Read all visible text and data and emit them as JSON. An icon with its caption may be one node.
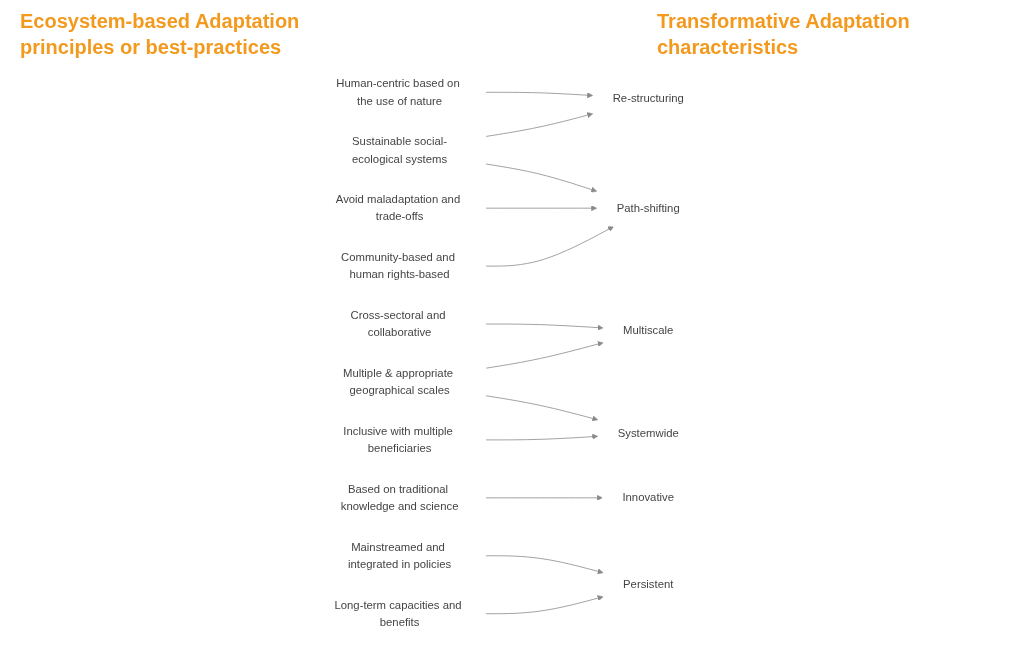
{
  "diagram": {
    "nodes": [
      {
        "text": [
          "Human-centric based on the use of nature"
        ]
      },
      {
        "text": [
          "Sustainable social-ecological systems"
        ]
      },
      {
        "text": [
          "Avoid maladaptation and trade-offs"
        ]
      },
      {
        "text": [
          "Community-based and human rights-based"
        ]
      },
      {
        "text": [
          "Cross-sectoral and collaborative"
        ]
      },
      {
        "text": [
          "Multiple & appropriate geographical scales"
        ]
      },
      {
        "text": [
          "Inclusive with multiple beneficiaries"
        ]
      },
      {
        "text": [
          "Based on traditional knowledge and science"
        ]
      },
      {
        "text": [
          "Mainstreamed and integrated in policies"
        ]
      },
      {
        "text": [
          "Long-term capacities and benefits"
        ]
      },
      {
        "text": [
          "Re-structuring"
        ]
      },
      {
        "text": [
          "Path-shifting"
        ]
      },
      {
        "text": [
          "Multiscale"
        ]
      },
      {
        "text": [
          "Systemwide"
        ]
      },
      {
        "text": [
          "Innovative"
        ]
      },
      {
        "text": [
          "Persistent"
        ]
      }
    ],
    "edges": [
      {
        "from": 0,
        "to": 10,
        "arrow": "to"
      },
      {
        "from": 1,
        "to": 10,
        "arrow": "to"
      },
      {
        "from": 1,
        "to": 11,
        "arrow": "to"
      },
      {
        "from": 2,
        "to": 11,
        "arrow": "to"
      },
      {
        "from": 3,
        "to": 11,
        "arrow": "to"
      },
      {
        "from": 4,
        "to": 12,
        "arrow": "to"
      },
      {
        "from": 5,
        "to": 12,
        "arrow": "to"
      },
      {
        "from": 5,
        "to": 13,
        "arrow": "to"
      },
      {
        "from": 6,
        "to": 13,
        "arrow": "to"
      },
      {
        "from": 7,
        "to": 14,
        "arrow": "to"
      },
      {
        "from": 8,
        "to": 15,
        "arrow": "to"
      },
      {
        "from": 9,
        "to": 15,
        "arrow": "to"
      }
    ],
    "labels": [
      "Ecosystem-based Adaptation principles or best-practices",
      "Transformative Adaptation characteristics"
    ]
  }
}
